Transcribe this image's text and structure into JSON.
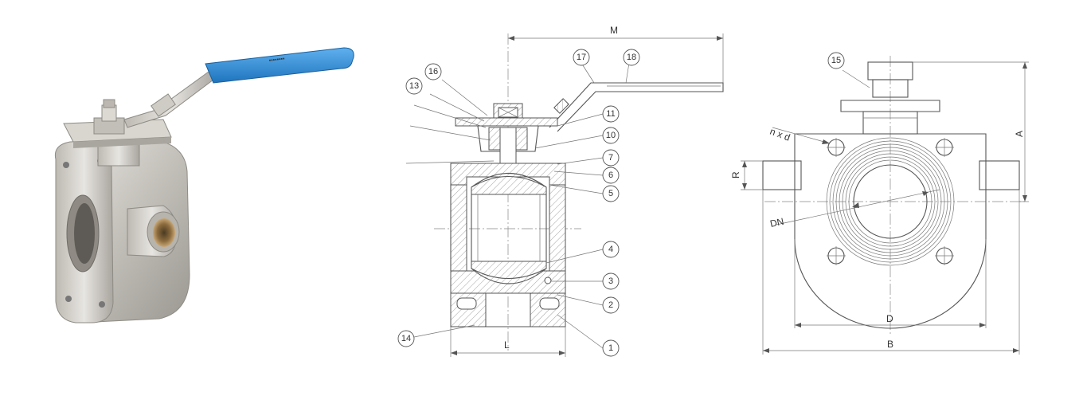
{
  "photo": {
    "description_icon": "ball-valve-photo",
    "handle_color": "#3a8fd6",
    "body_color": "#c9c6c0"
  },
  "section_view": {
    "callouts": [
      "1",
      "2",
      "3",
      "4",
      "5",
      "6",
      "7",
      "10",
      "11",
      "13",
      "14",
      "16",
      "17",
      "18"
    ],
    "dimensions": {
      "overall_length": "M",
      "face_to_face": "L"
    }
  },
  "end_view": {
    "callouts": [
      "15"
    ],
    "dimensions": {
      "bolt_holes": "n x d",
      "nominal_diameter": "DN",
      "offset": "R",
      "height": "A",
      "pitch_circle": "D",
      "overall_width": "B"
    }
  }
}
